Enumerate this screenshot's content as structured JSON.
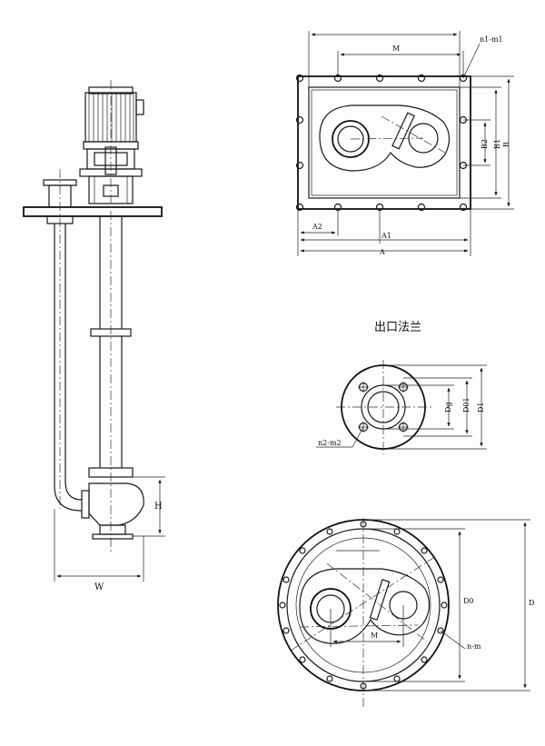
{
  "side_view": {
    "h_label": "H",
    "w_label": "W"
  },
  "rect_view": {
    "m_label": "M",
    "n1_m1_label": "n1-m1",
    "a_label": "A",
    "a1_label": "A1",
    "a2_label": "A2",
    "b_label": "B",
    "b1_label": "B1",
    "b2_label": "B2"
  },
  "flange_view": {
    "title": "出口法兰",
    "dg_label": "Dg",
    "d01_label": "D01",
    "d1_label": "D1",
    "n2_m2_label": "n2-m2"
  },
  "circle_view": {
    "m_label": "M",
    "n_m_label": "n-m",
    "d0_label": "D0",
    "d_label": "D"
  }
}
